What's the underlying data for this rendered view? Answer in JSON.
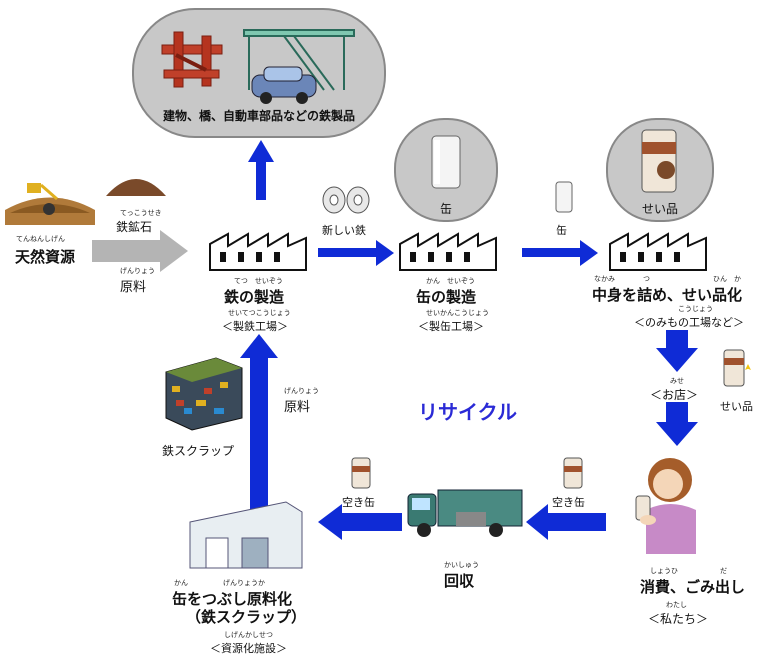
{
  "cycle_label": "リサイクル",
  "top_products": {
    "label": "建物、橋、自動車部品などの鉄製品"
  },
  "nodes": {
    "natural": {
      "ruby": "てんねんしげん",
      "label": "天然資源"
    },
    "steel": {
      "ruby": "てつ　せいぞう",
      "label": "鉄の製造",
      "place_ruby": "せいてつこうじょう",
      "place": "＜製鉄工場＞"
    },
    "can": {
      "ruby": "かん　せいぞう",
      "label": "缶の製造",
      "place_ruby": "せいかんこうじょう",
      "place": "＜製缶工場＞",
      "badge": "缶"
    },
    "fill": {
      "ruby": "なかみ　　　　つ　　　　　　　　　ひん　か",
      "label": "中身を詰め、せい品化",
      "place_ruby": "こうじょう",
      "place": "＜のみもの工場など＞",
      "badge": "せい品"
    },
    "store": {
      "ruby": "みせ",
      "label": "＜お店＞",
      "product": "せい品"
    },
    "consume": {
      "ruby": "しょうひ　　　　　　だ",
      "label": "消費、ごみ出し",
      "who_ruby": "わたし",
      "who": "＜私たち＞"
    },
    "collect": {
      "ruby": "かいしゅう",
      "label": "回収"
    },
    "recycle_plant": {
      "ruby": "かん　　　　　げんりょうか",
      "label1": "缶をつぶし原料化",
      "label2": "（鉄スクラップ）",
      "place_ruby": "しげんかしせつ",
      "place": "＜資源化施設＞"
    }
  },
  "edges": {
    "ore_ruby": "てっこうせき",
    "ore": "鉄鉱石",
    "raw_ruby": "げんりょう",
    "raw": "原料",
    "new_steel": "新しい鉄",
    "can_edge": "缶",
    "scrap": "鉄スクラップ",
    "raw2_ruby": "げんりょう",
    "raw2": "原料",
    "empty_can1": "空き缶",
    "empty_can2": "空き缶"
  },
  "colors": {
    "arrow_blue": "#0f2bd6",
    "gray_arrow": "#b4b4b4",
    "bubble": "#c8c8c8",
    "cycle_text": "#2a2ad6"
  }
}
